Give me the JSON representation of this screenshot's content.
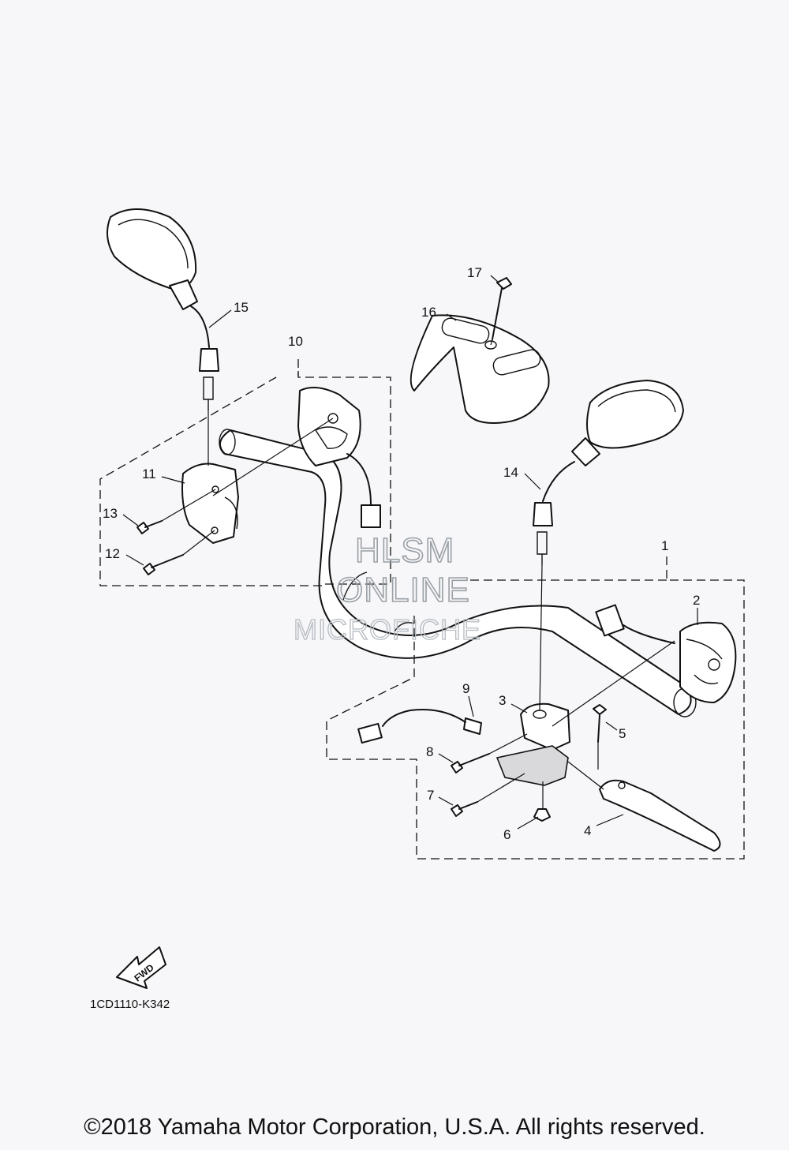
{
  "diagram": {
    "callouts": [
      {
        "id": "1",
        "label": "1"
      },
      {
        "id": "2",
        "label": "2"
      },
      {
        "id": "3",
        "label": "3"
      },
      {
        "id": "4",
        "label": "4"
      },
      {
        "id": "5",
        "label": "5"
      },
      {
        "id": "6",
        "label": "6"
      },
      {
        "id": "7",
        "label": "7"
      },
      {
        "id": "8",
        "label": "8"
      },
      {
        "id": "9",
        "label": "9"
      },
      {
        "id": "10",
        "label": "10"
      },
      {
        "id": "11",
        "label": "11"
      },
      {
        "id": "12",
        "label": "12"
      },
      {
        "id": "13",
        "label": "13"
      },
      {
        "id": "14",
        "label": "14"
      },
      {
        "id": "15",
        "label": "15"
      },
      {
        "id": "16",
        "label": "16"
      },
      {
        "id": "17",
        "label": "17"
      }
    ],
    "fwd_label": "FWD",
    "code": "1CD1110-K342"
  },
  "watermark": {
    "line1": "HLSM",
    "line2": "ONLINE",
    "line3": "MICROFICHE"
  },
  "footer": {
    "copyright": "©2018 Yamaha Motor Corporation, U.S.A. All rights reserved."
  }
}
